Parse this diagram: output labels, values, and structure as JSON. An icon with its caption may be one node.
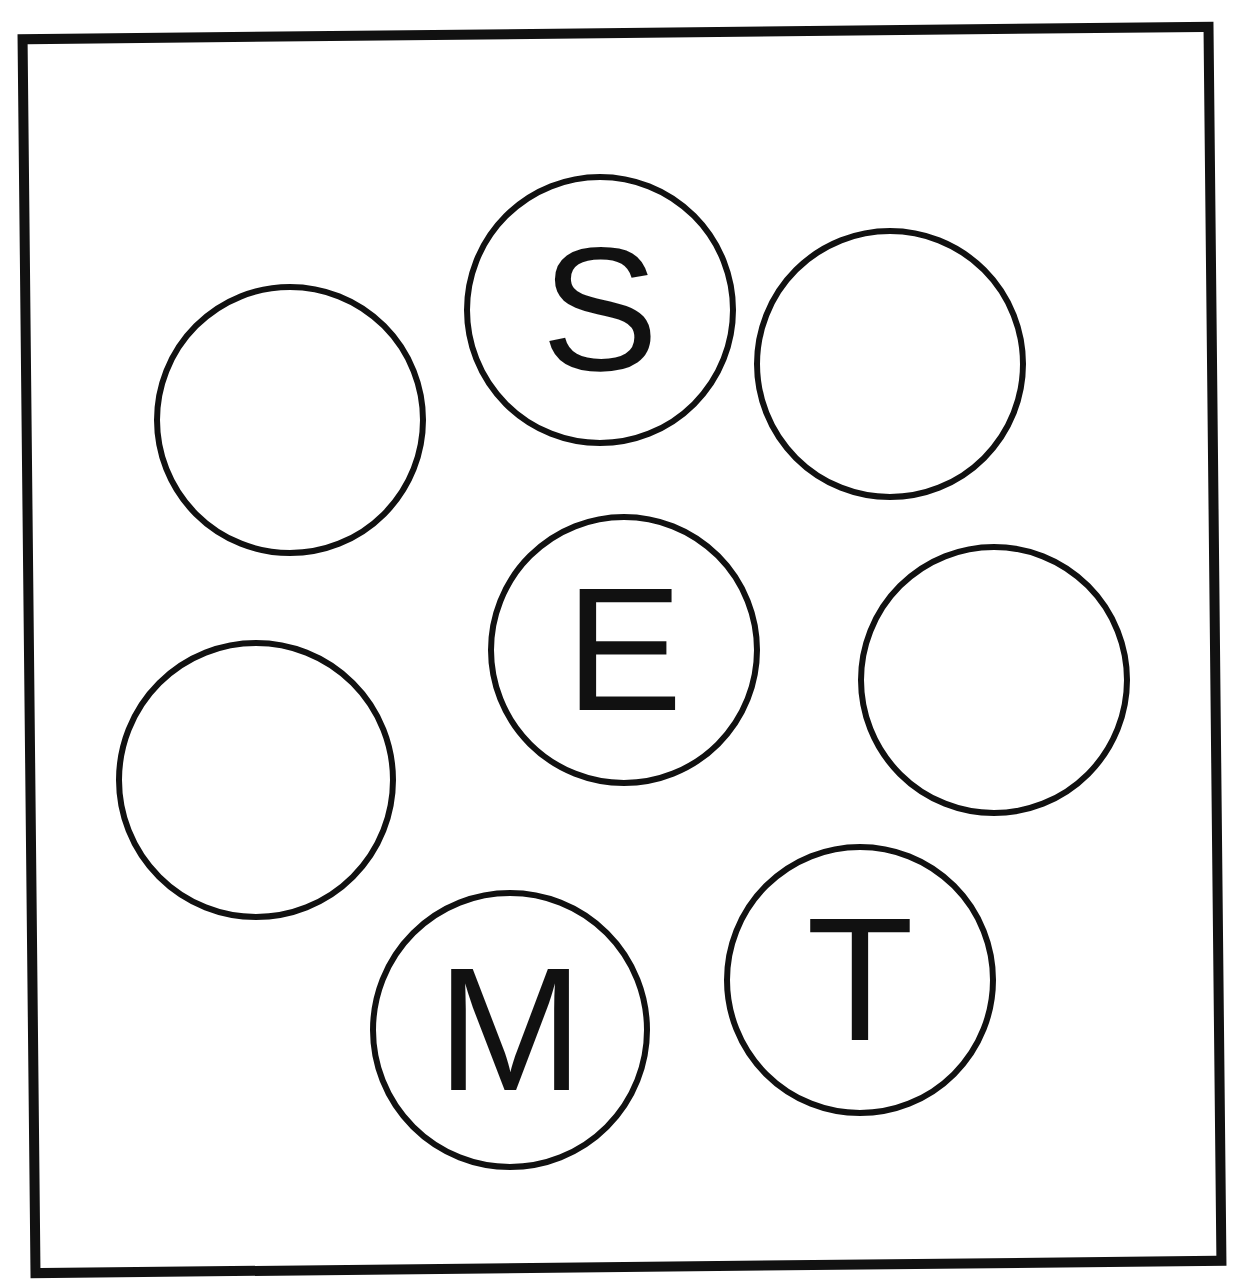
{
  "diagram": {
    "nodes": [
      {
        "text": [],
        "shape": "circle"
      },
      {
        "text": [
          "S"
        ]
      },
      {
        "text": [],
        "shape": "circle"
      },
      {
        "text": [],
        "shape": "circle"
      },
      {
        "text": [
          "E"
        ]
      },
      {
        "text": [],
        "shape": "circle"
      },
      {
        "text": [
          "M"
        ]
      },
      {
        "text": [
          "T"
        ]
      }
    ],
    "edges": []
  }
}
